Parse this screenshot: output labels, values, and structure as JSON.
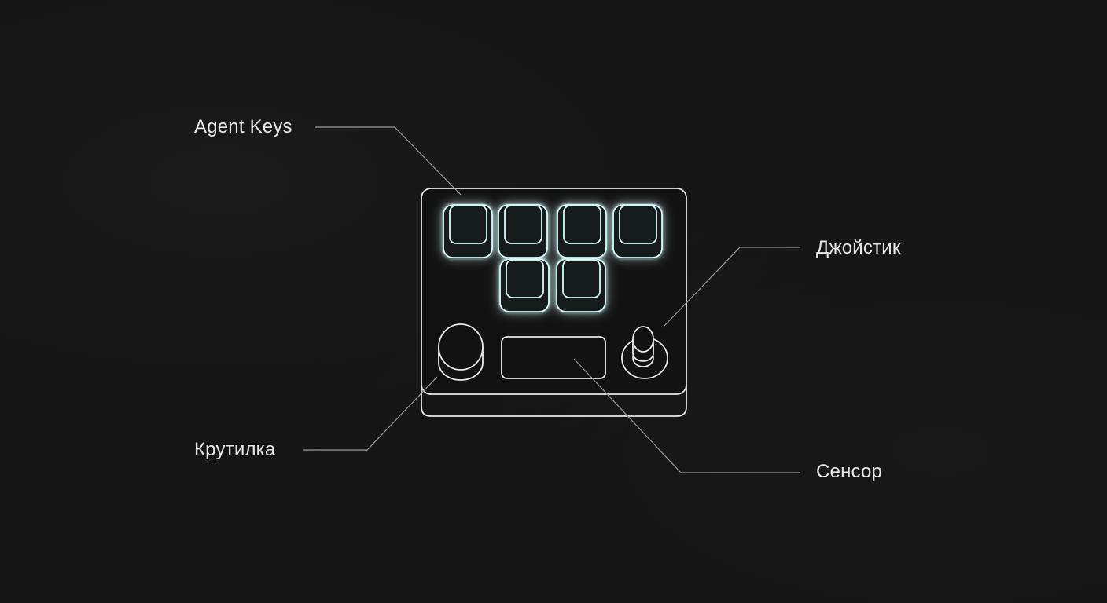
{
  "labels": {
    "agent_keys": "Agent Keys",
    "joystick": "Джойстик",
    "knob": "Крутилка",
    "touch": "Сенсор"
  },
  "colors": {
    "background": "#141414",
    "line": "#e8e8e8",
    "glow": "#7fe3e0",
    "leader": "#9a9a9a"
  }
}
